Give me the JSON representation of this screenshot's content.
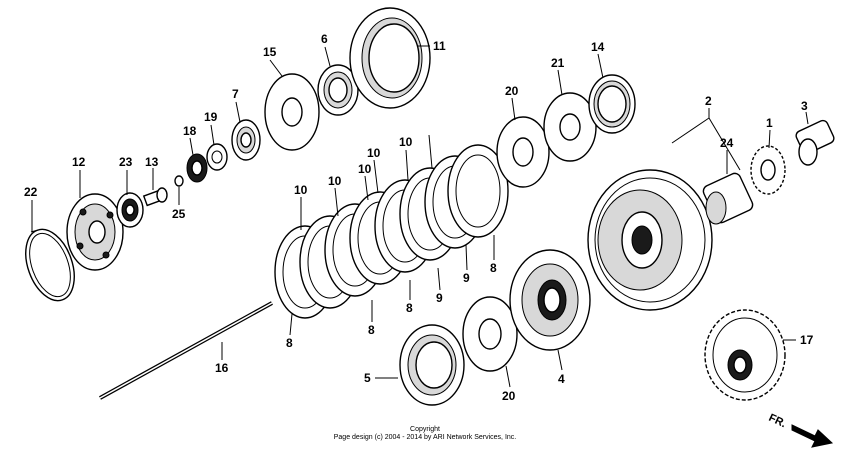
{
  "callouts": [
    {
      "id": "c22",
      "label": "22"
    },
    {
      "id": "c12",
      "label": "12"
    },
    {
      "id": "c23",
      "label": "23"
    },
    {
      "id": "c13",
      "label": "13"
    },
    {
      "id": "c25",
      "label": "25"
    },
    {
      "id": "c18",
      "label": "18"
    },
    {
      "id": "c19",
      "label": "19"
    },
    {
      "id": "c7",
      "label": "7"
    },
    {
      "id": "c15",
      "label": "15"
    },
    {
      "id": "c6",
      "label": "6"
    },
    {
      "id": "c11",
      "label": "11"
    },
    {
      "id": "c10a",
      "label": "10"
    },
    {
      "id": "c10b",
      "label": "10"
    },
    {
      "id": "c10c",
      "label": "10"
    },
    {
      "id": "c10d",
      "label": "10"
    },
    {
      "id": "c10e",
      "label": "10"
    },
    {
      "id": "c8a",
      "label": "8"
    },
    {
      "id": "c8b",
      "label": "8"
    },
    {
      "id": "c8c",
      "label": "8"
    },
    {
      "id": "c8d",
      "label": "8"
    },
    {
      "id": "c9a",
      "label": "9"
    },
    {
      "id": "c9b",
      "label": "9"
    },
    {
      "id": "c16",
      "label": "16"
    },
    {
      "id": "c5",
      "label": "5"
    },
    {
      "id": "c20a",
      "label": "20"
    },
    {
      "id": "c20b",
      "label": "20"
    },
    {
      "id": "c21",
      "label": "21"
    },
    {
      "id": "c14",
      "label": "14"
    },
    {
      "id": "c4",
      "label": "4"
    },
    {
      "id": "c2",
      "label": "2"
    },
    {
      "id": "c24",
      "label": "24"
    },
    {
      "id": "c1",
      "label": "1"
    },
    {
      "id": "c3",
      "label": "3"
    },
    {
      "id": "c17",
      "label": "17"
    }
  ],
  "copyright": {
    "line1": "Copyright",
    "line2": "Page design (c) 2004 - 2014 by ARI Network Services, Inc."
  },
  "direction_label": "FR."
}
